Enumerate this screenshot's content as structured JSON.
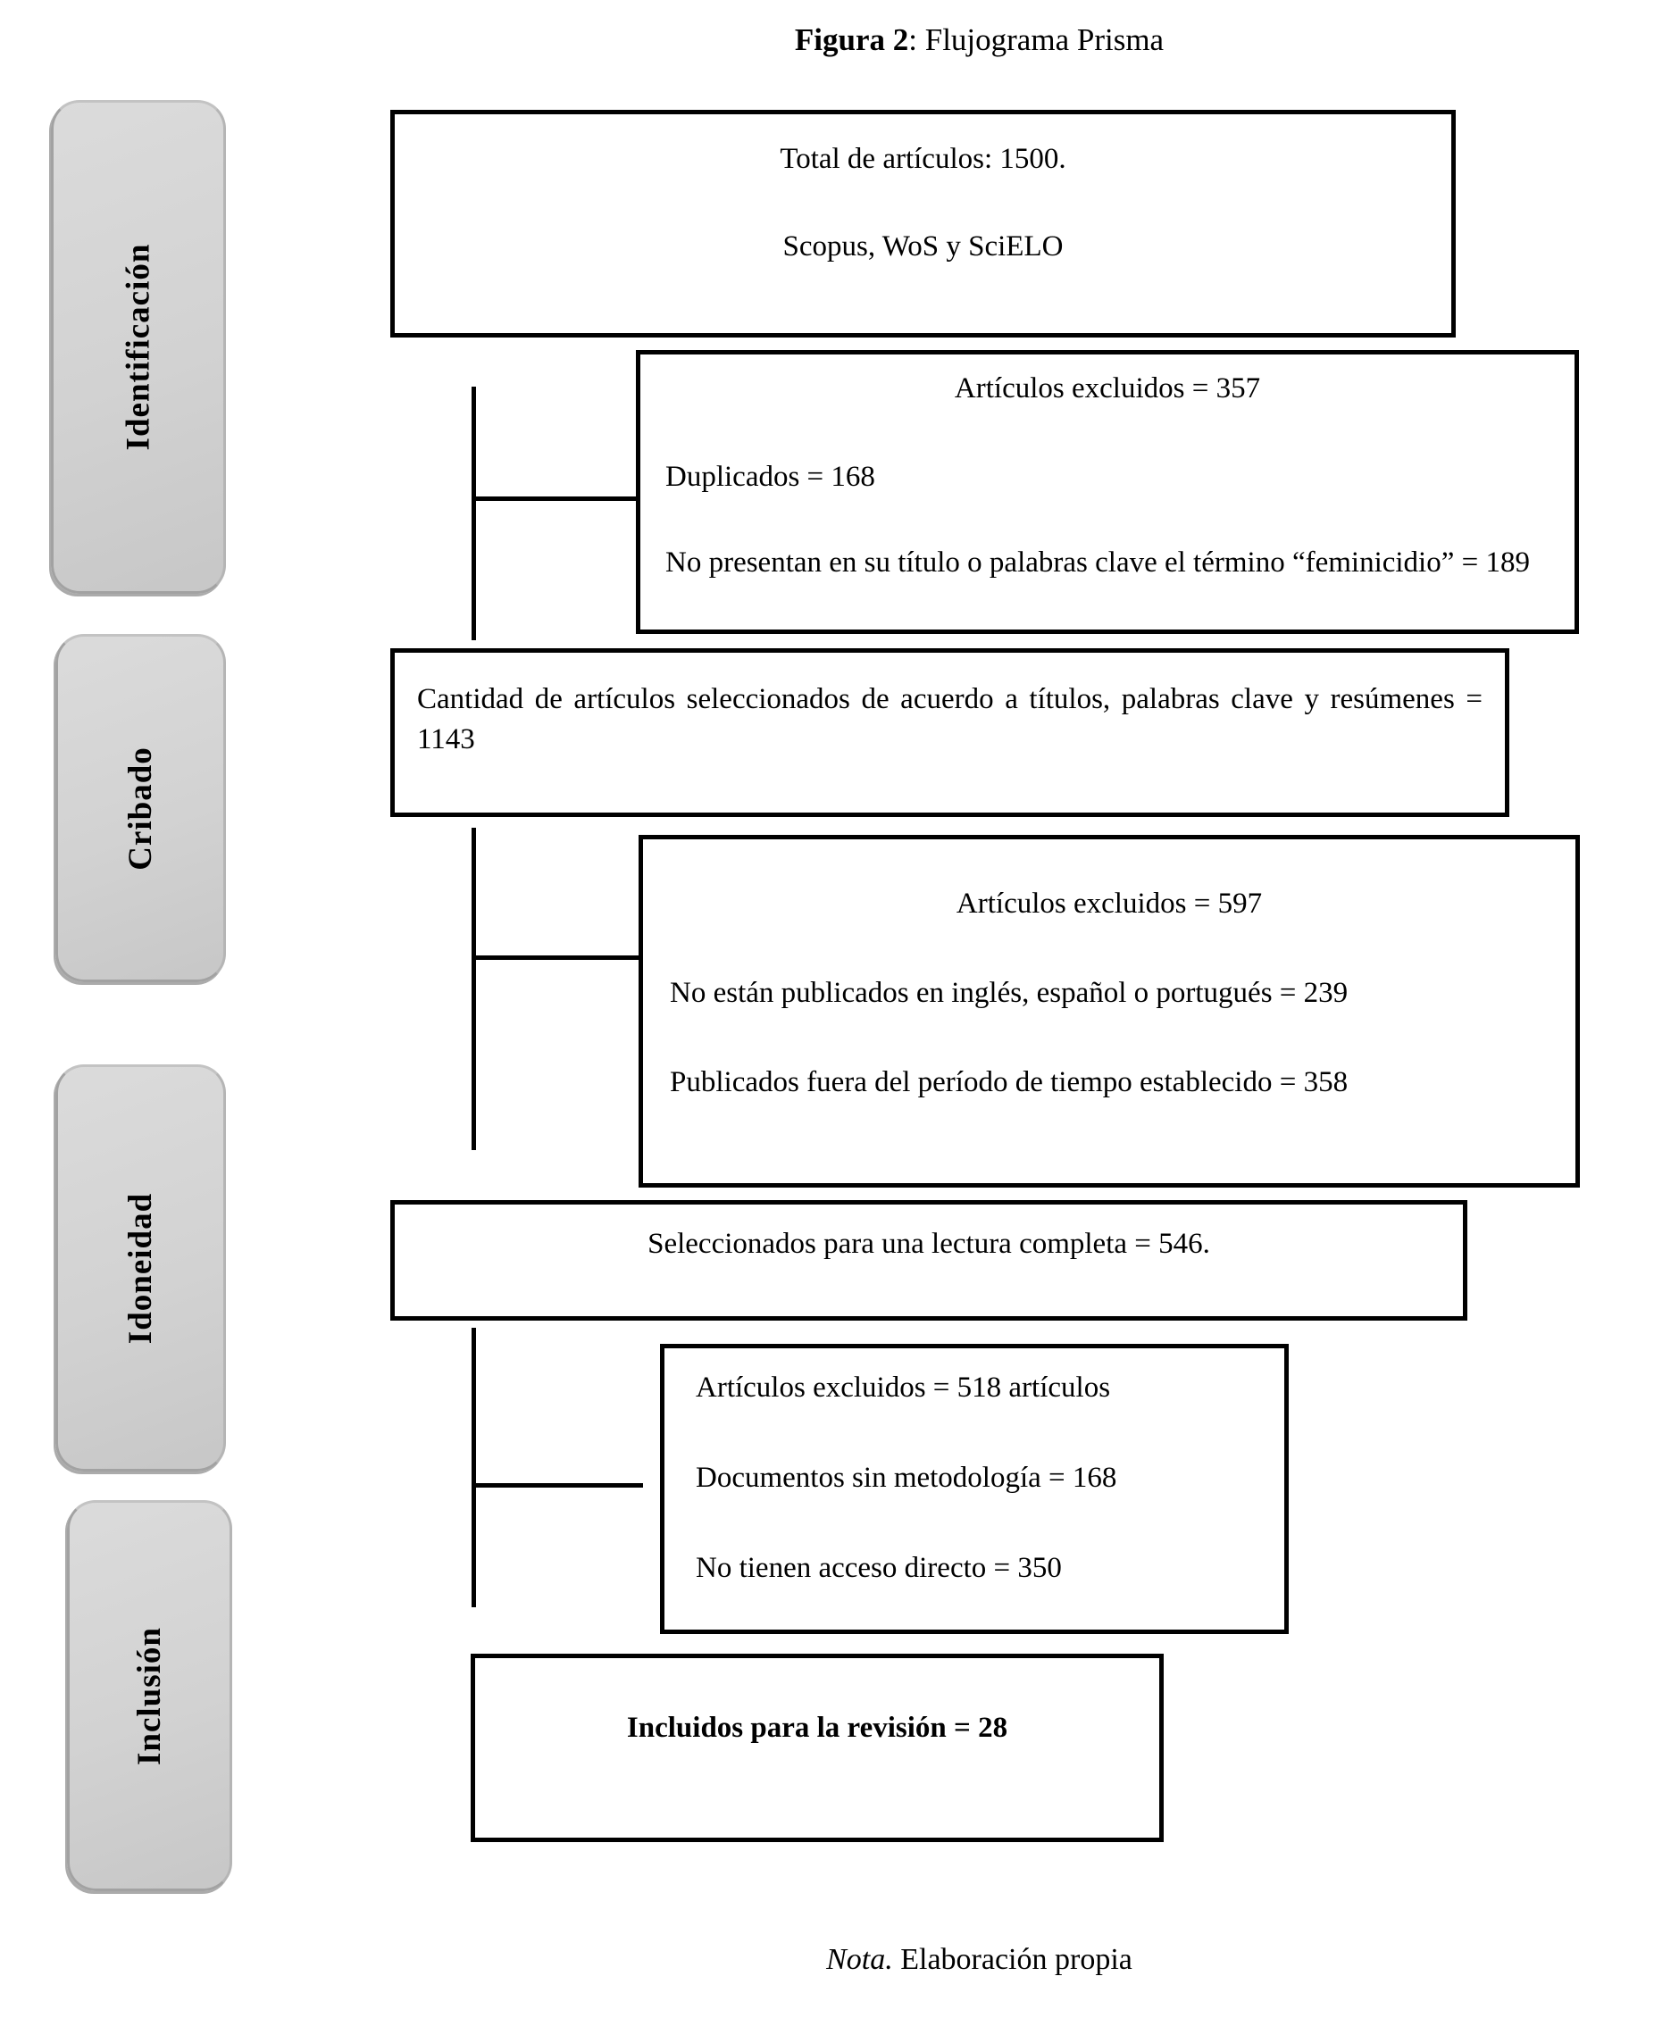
{
  "figure": {
    "title_bold": "Figura 2",
    "title_rest": ": Flujograma Prisma",
    "note_italic": "Nota.",
    "note_rest": " Elaboración propia"
  },
  "stages": [
    {
      "label": "Identificación"
    },
    {
      "label": "Cribado"
    },
    {
      "label": "Idoneidad"
    },
    {
      "label": "Inclusión"
    }
  ],
  "boxes": {
    "total": {
      "line1": "Total de artículos: 1500.",
      "line2": "Scopus, WoS y SciELO"
    },
    "excluded1": {
      "title": "Artículos excluidos = 357",
      "item1": "Duplicados = 168",
      "item2": "No presentan en su título o palabras clave el término “feminicidio” = 189"
    },
    "selected_by_title": {
      "text": "Cantidad de artículos seleccionados de acuerdo a títulos, palabras clave y resúmenes = 1143"
    },
    "excluded2": {
      "title": "Artículos excluidos = 597",
      "item1": "No están publicados en inglés, español o portugués = 239",
      "item2": "Publicados fuera del período de tiempo establecido = 358"
    },
    "full_text_read": {
      "text": "Seleccionados para una lectura completa = 546."
    },
    "excluded3": {
      "title": "Artículos excluidos = 518 artículos",
      "item1": "Documentos sin metodología = 168",
      "item2": "No tienen acceso directo = 350"
    },
    "included": {
      "text": "Incluidos para la revisión = 28"
    }
  },
  "colors": {
    "box_border": "#000000",
    "stage_fill": "#d2d2d2",
    "stage_edge": "#a2a2a2"
  }
}
